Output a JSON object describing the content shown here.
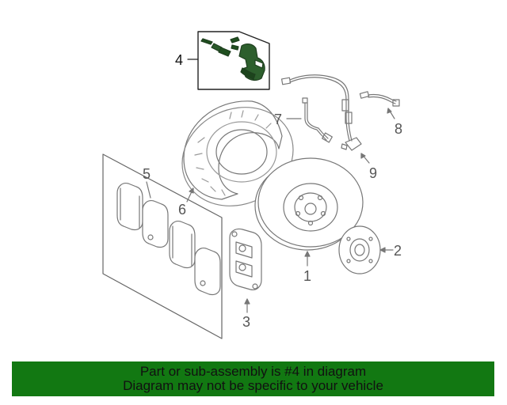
{
  "diagram": {
    "callouts": {
      "rotor": "1",
      "hub": "2",
      "caliper": "3",
      "caliper_kit": "4",
      "pads": "5",
      "splash_shield": "6",
      "pad_sensor_front": "7",
      "pad_sensor_rear": "8",
      "abs_sensor": "9"
    },
    "highlight_color": "#1f4f1f",
    "line_color": "#777777"
  },
  "banner": {
    "line1": "Part or sub-assembly is #4 in diagram",
    "line2": "Diagram may not be specific to your vehicle",
    "background": "#127812"
  }
}
